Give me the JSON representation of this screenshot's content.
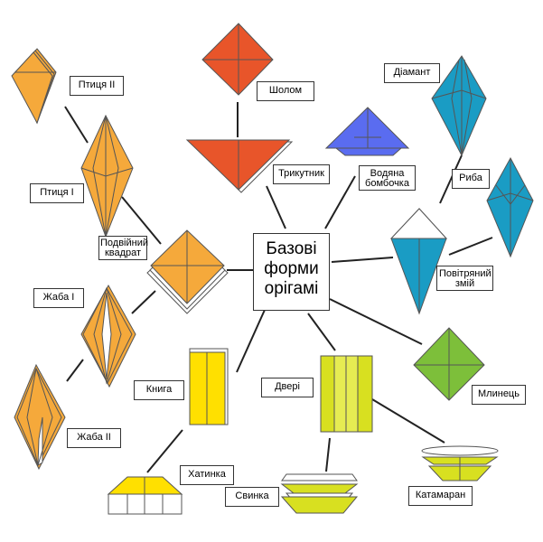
{
  "center": {
    "line1": "Базові",
    "line2": "форми",
    "line3": "орігамі"
  },
  "labels": {
    "ptytsia2": "Птиця II",
    "shlom": "Шолом",
    "diamant": "Діамант",
    "ptytsia1": "Птиця I",
    "trykutnyk": "Трикутник",
    "vodiana1": "Водяна",
    "vodiana2": "бомбочка",
    "ryba": "Риба",
    "podviinyi1": "Подвійний",
    "podviinyi2": "квадрат",
    "povitrianyi1": "Повітряний",
    "povitrianyi2": "змій",
    "zhaba1": "Жаба I",
    "knyha": "Книга",
    "dveri": "Двері",
    "mlynets": "Млинець",
    "zhaba2": "Жаба II",
    "khatynka": "Хатинка",
    "svynka": "Свинка",
    "katamaran": "Катамаран"
  },
  "colors": {
    "orange": "#f5a93b",
    "red": "#e8552a",
    "blue": "#5a6cf0",
    "teal": "#1a9cc4",
    "green": "#7dbf3a",
    "yellow": "#ffe000",
    "yellow_green": "#d8e020"
  }
}
